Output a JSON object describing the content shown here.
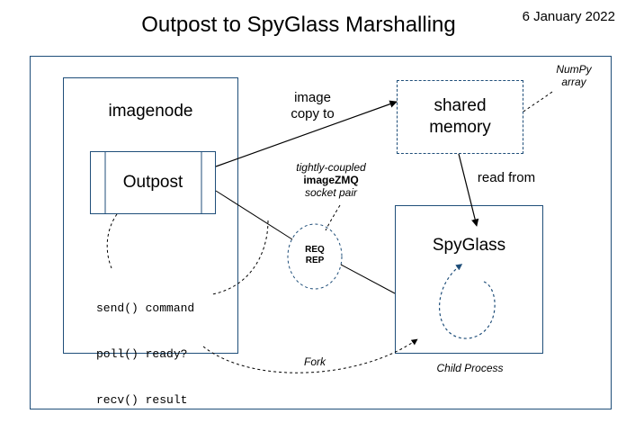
{
  "title": "Outpost to SpyGlass Marshalling",
  "date": "6 January 2022",
  "imagenode": {
    "label": "imagenode"
  },
  "outpost": {
    "label": "Outpost"
  },
  "shared_memory": {
    "line1": "shared",
    "line2": "memory"
  },
  "numpy_note": {
    "line1": "NumPy",
    "line2": "array"
  },
  "image_copy": {
    "line1": "image",
    "line2": "copy to"
  },
  "read_from": "read from",
  "socket_note": {
    "line1": "tightly-coupled",
    "line2": "imageZMQ",
    "line3": "socket pair"
  },
  "reqrep": {
    "req": "REQ",
    "rep": "REP"
  },
  "commands": [
    "send() command",
    "poll() ready?",
    "recv() result"
  ],
  "spyglass": {
    "label": "SpyGlass"
  },
  "fork_label": "Fork",
  "child_process_label": "Child Process",
  "colors": {
    "border": "#1f4e79",
    "arrow": "#000000",
    "loop": "#1f4e79"
  }
}
